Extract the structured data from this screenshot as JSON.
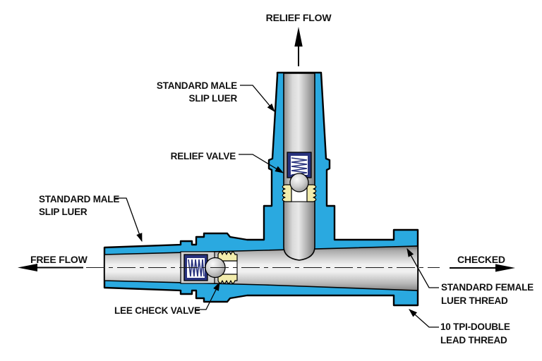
{
  "diagram": {
    "kind": "valve-cross-section",
    "description": "Cutaway of tee-style check valve with relief branch"
  },
  "flows": {
    "relief": "RELIEF FLOW",
    "free": "FREE FLOW",
    "checked": "CHECKED"
  },
  "callouts": {
    "slip_luer_top": {
      "line1": "STANDARD MALE",
      "line2": "SLIP LUER"
    },
    "relief_valve": {
      "line1": "RELIEF VALVE"
    },
    "slip_luer_left": {
      "line1": "STANDARD MALE",
      "line2": "SLIP LUER"
    },
    "lee_check_valve": {
      "line1": "LEE CHECK VALVE"
    },
    "female_luer": {
      "line1": "STANDARD FEMALE",
      "line2": "LUER THREAD"
    },
    "lead_thread": {
      "line1": "10 TPI-DOUBLE",
      "line2": "LEAD THREAD"
    }
  },
  "colors": {
    "body_blue": "#2AA9E0",
    "housing_navy": "#28327E",
    "seat_yellow": "#F2ECAC",
    "ball_gray": "#C4C4C4",
    "outline_black": "#000000",
    "text_black": "#111111",
    "background": "#FFFFFF"
  }
}
